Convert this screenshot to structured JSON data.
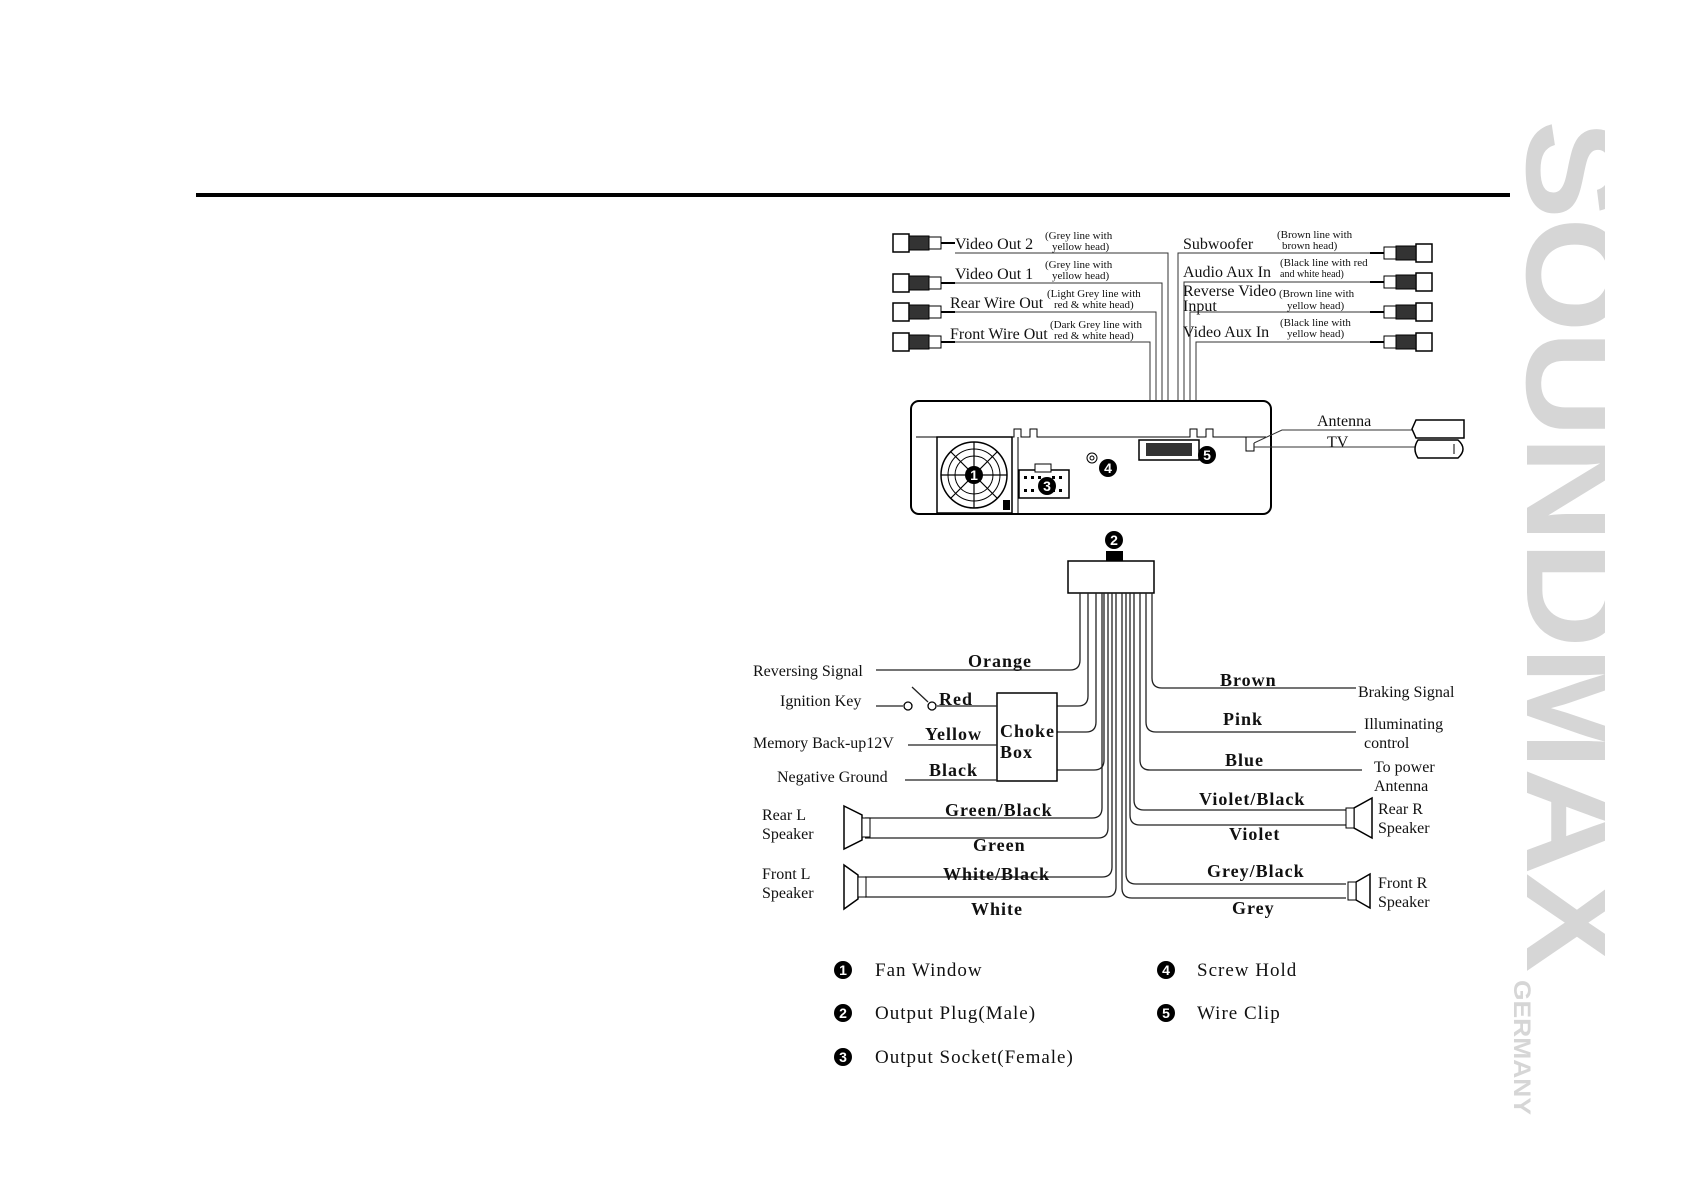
{
  "brand": {
    "name": "SOUNDMAX",
    "sub": "GERMANY"
  },
  "top_left_connectors": [
    {
      "label": "Video Out 2",
      "note1": "(Grey line with",
      "note2": "yellow head)"
    },
    {
      "label": "Video Out 1",
      "note1": "(Grey line with",
      "note2": "yellow head)"
    },
    {
      "label": "Rear Wire Out",
      "note1": "(Light Grey line with",
      "note2": "red & white head)"
    },
    {
      "label": "Front Wire Out",
      "note1": "(Dark Grey line with",
      "note2": "red & white head)"
    }
  ],
  "top_right_connectors": [
    {
      "label": "Subwoofer",
      "label2": "",
      "note1": "(Brown line with",
      "note2": "brown head)"
    },
    {
      "label": "Audio Aux In",
      "label2": "",
      "note1": "(Black line with red",
      "note2": "and white head)"
    },
    {
      "label": "Reverse Video",
      "label2": "Input",
      "note1": "(Brown line with",
      "note2": "yellow head)"
    },
    {
      "label": "Video Aux In",
      "label2": "",
      "note1": "(Black line with",
      "note2": "yellow head)"
    }
  ],
  "antenna": {
    "antenna_label": "Antenna",
    "tv_label": "TV"
  },
  "badges": [
    "1",
    "2",
    "3",
    "4",
    "5"
  ],
  "left_wires": [
    {
      "signal": "Reversing Signal",
      "color": "Orange"
    },
    {
      "signal": "Ignition Key",
      "color": "Red"
    },
    {
      "signal": "Memory Back-up12V",
      "color": "Yellow"
    },
    {
      "signal": "Negative Ground",
      "color": "Black"
    }
  ],
  "choke_box": {
    "line1": "Choke",
    "line2": "Box"
  },
  "right_wires": [
    {
      "signal1": "Braking Signal",
      "signal2": "",
      "color": "Brown"
    },
    {
      "signal1": "Illuminating",
      "signal2": "control",
      "color": "Pink"
    },
    {
      "signal1": "To power",
      "signal2": "Antenna",
      "color": "Blue"
    }
  ],
  "speakers": {
    "rear_l": {
      "line1": "Rear L",
      "line2": "Speaker",
      "color_a": "Green/Black",
      "color_b": "Green"
    },
    "front_l": {
      "line1": "Front L",
      "line2": "Speaker",
      "color_a": "White/Black",
      "color_b": "White"
    },
    "rear_r": {
      "line1": "Rear R",
      "line2": "Speaker",
      "color_a": "Violet/Black",
      "color_b": "Violet"
    },
    "front_r": {
      "line1": "Front R",
      "line2": "Speaker",
      "color_a": "Grey/Black",
      "color_b": "Grey"
    }
  },
  "legend": [
    {
      "num": "1",
      "text": "Fan Window"
    },
    {
      "num": "2",
      "text": "Output Plug(Male)"
    },
    {
      "num": "3",
      "text": "Output Socket(Female)"
    },
    {
      "num": "4",
      "text": "Screw Hold"
    },
    {
      "num": "5",
      "text": "Wire Clip"
    }
  ]
}
